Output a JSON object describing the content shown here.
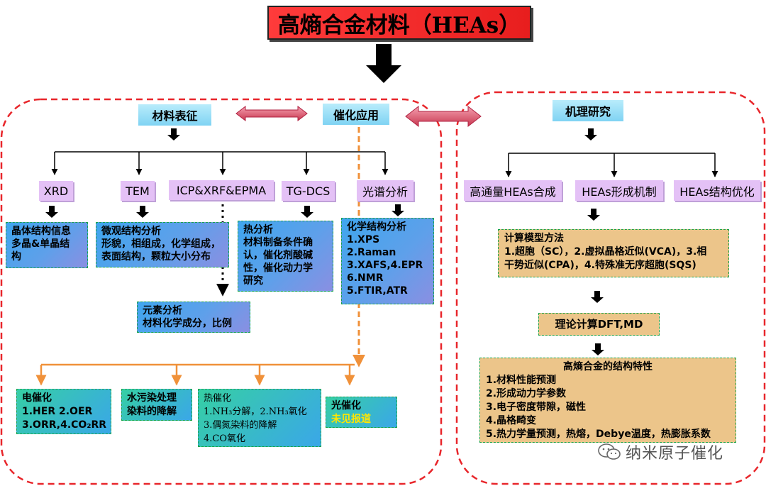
{
  "title": "高熵合金材料（HEAs）",
  "left": {
    "char_header": "材料表征",
    "app_header": "催化应用",
    "methods": [
      "XRD",
      "TEM",
      "ICP&XRF&EPMA",
      "TG-DCS",
      "光谱分析"
    ],
    "xrd_box": [
      "晶体结构信息",
      "多晶&单晶结",
      "构"
    ],
    "tem_box": [
      "微观结构分析",
      "形貌，相组成，化学组成，",
      "表面结构，颗粒大小分布"
    ],
    "tg_box": [
      "热分析",
      "材料制备条件确",
      "认，催化剂酸碱",
      "性，催化动力学",
      "研究"
    ],
    "spec_box": [
      "化学结构分析",
      "1.XPS",
      "2.Raman",
      "3.XAFS,4.EPR",
      "6.NMR",
      "5.FTIR,ATR"
    ],
    "element_box": [
      "元素分析",
      "材料化学成分，比例"
    ],
    "apps": {
      "electro": [
        "电催化",
        "1.HER 2.OER",
        "3.ORR,4.CO₂RR"
      ],
      "water": [
        "水污染处理",
        "染料的降解"
      ],
      "thermal": [
        "热催化",
        "1.NH₃分解，2.NH₃氧化",
        "3.偶氮染料的降解",
        "4.CO氧化"
      ],
      "photo_title": "光催化",
      "photo_note": "未见报道"
    }
  },
  "right": {
    "header": "机理研究",
    "items": [
      "高通量HEAs合成",
      "HEAs形成机制",
      "HEAs结构优化"
    ],
    "calc_box": [
      "计算模型方法",
      "1.超胞（SC），2.虚拟晶格近似(VCA)，3.相",
      "干势近似(CPA)，4.特殊准无序超胞(SQS)"
    ],
    "dft": "理论计算DFT,MD",
    "props_title": "高熵合金的结构特性",
    "props": [
      "1.材料性能预测",
      "2.形成动力学参数",
      "3.电子密度带隙，磁性",
      "4.晶格畸变",
      "5.热力学量预测，热熔，Debye温度，热膨胀系数"
    ]
  },
  "watermark": "纳米原子催化",
  "colors": {
    "dashed_border": "#e8262b",
    "title_bg": "#f02a2a",
    "tag_purple": "#e4c1f6",
    "tan": "#ecc58a",
    "orange_arrow": "#f0913a",
    "dotted_green": "#1aa34a"
  }
}
